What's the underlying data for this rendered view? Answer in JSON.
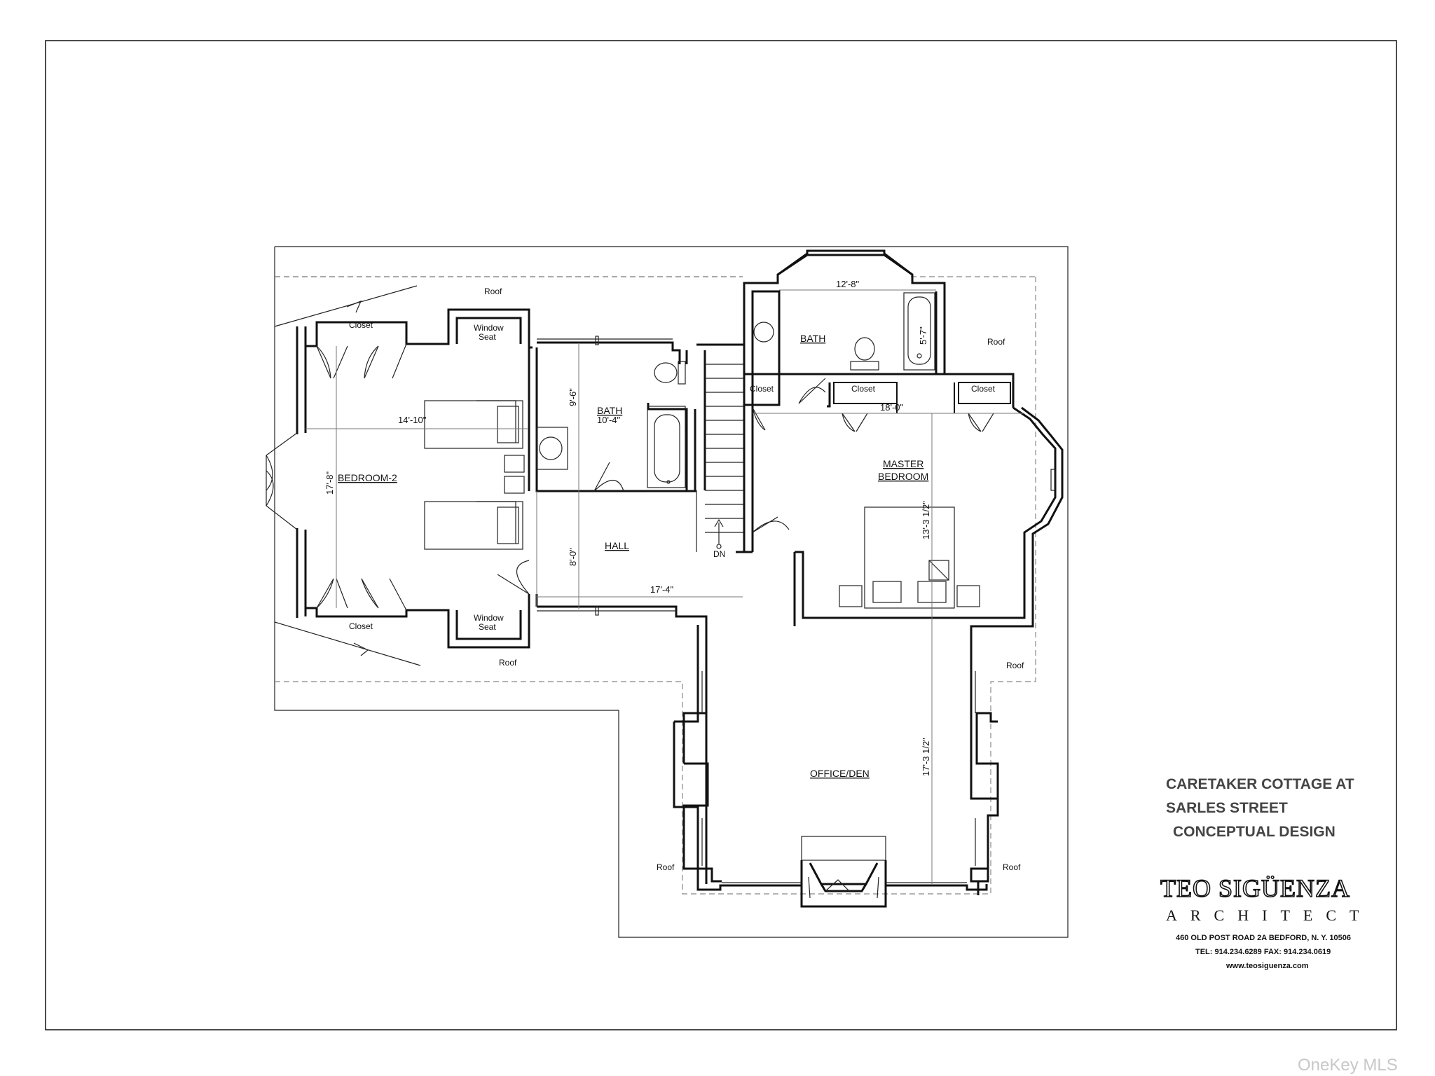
{
  "rooms": {
    "bedroom2": "BEDROOM-2",
    "bath_hall": "BATH",
    "bath_hall_size": "10'-4\"",
    "hall": "HALL",
    "bath_master": "BATH",
    "master_bedroom_line1": "MASTER",
    "master_bedroom_line2": "BEDROOM",
    "office_den": "OFFICE/DEN"
  },
  "labels": {
    "roof": "Roof",
    "closet": "Closet",
    "window_seat_line1": "Window",
    "window_seat_line2": "Seat",
    "down": "DN"
  },
  "dimensions": {
    "bedroom2_width": "14'-10\"",
    "bedroom2_depth": "17'-8\"",
    "bath_depth": "9'-6\"",
    "hall_depth": "8'-0\"",
    "hall_width": "17'-4\"",
    "master_bath_width": "12'-8\"",
    "tub_length": "5'-7\"",
    "master_width": "18'-0\"",
    "master_depth": "13'-3 1/2\"",
    "office_depth": "17'-3 1/2\""
  },
  "title_block": {
    "line1": "CARETAKER COTTAGE AT",
    "line2": "SARLES STREET",
    "line3": "CONCEPTUAL DESIGN",
    "firm_name": "TEO SIGÜENZA",
    "firm_sub": "ARCHITECT",
    "address": "460 OLD POST ROAD 2A  BEDFORD, N. Y.  10506",
    "phone": "TEL: 914.234.6289  FAX: 914.234.0619",
    "web": "www.teosiguenza.com"
  },
  "watermark": "OneKey MLS"
}
